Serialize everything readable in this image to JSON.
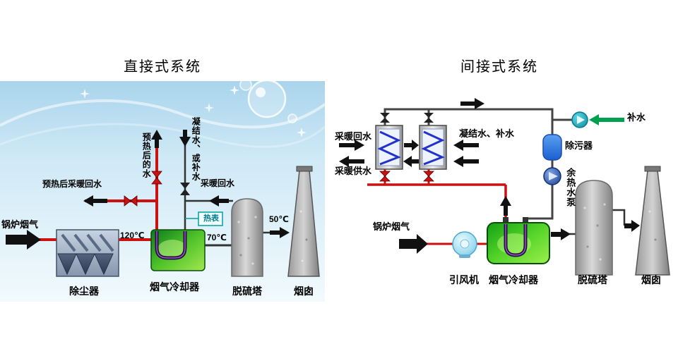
{
  "direct_system": {
    "title": "直接式系统",
    "flue_path": {
      "boiler_gas": "锅炉烟气",
      "dust_remover": "除尘器",
      "gas_cooler": "烟气冷却器",
      "desulfurization_tower": "脱硫塔",
      "chimney": "烟囱"
    },
    "water_labels": {
      "preheated_heating_return": "预热后采暖回水",
      "preheated_water": "预热后的水",
      "condensate_or_makeup": "凝结水、或补水",
      "heating_return": "采暖回水",
      "heat_meter": "热表"
    },
    "temperatures": {
      "cooler_inlet": "120℃",
      "cooler_outlet": "70℃",
      "stack_inlet": "50℃"
    }
  },
  "indirect_system": {
    "title": "间接式系统",
    "flue_path": {
      "boiler_gas": "锅炉烟气",
      "induced_draft_fan": "引风机",
      "gas_cooler": "烟气冷却器",
      "desulfurization_tower": "脱硫塔",
      "chimney": "烟囱"
    },
    "water_labels": {
      "heating_return": "采暖回水",
      "heating_supply": "采暖供水",
      "condensate_makeup": "凝结水、补水",
      "makeup_water": "补水",
      "strainer": "除污器",
      "waste_heat_pump": "余热水泵"
    }
  },
  "colors": {
    "hot_pipe": "#cc1111",
    "cold_pipe": "#444444",
    "makeup_water": "#00a050",
    "cooler_green": "#2fb52f",
    "meter_teal": "#00a0a0"
  }
}
